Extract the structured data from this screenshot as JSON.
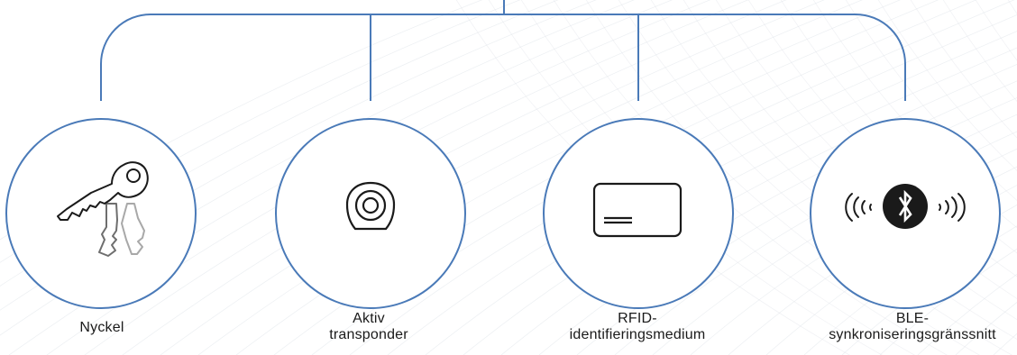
{
  "colors": {
    "connector": "#4a7ab8",
    "circle_stroke": "#4a7ab8",
    "icon": "#1a1a1a",
    "icon_grey_1": "#6e6e6e",
    "icon_grey_2": "#a8a8a8",
    "background_lines": "#dde1e7"
  },
  "items": [
    {
      "lines": [
        "Nyckel"
      ],
      "icon": "keys-icon"
    },
    {
      "lines": [
        "Aktiv",
        "transponder"
      ],
      "icon": "transponder-icon"
    },
    {
      "lines": [
        "RFID-",
        "identifieringsmedium"
      ],
      "icon": "card-icon"
    },
    {
      "lines": [
        "BLE-",
        "synkroniseringsgränssnitt"
      ],
      "icon": "bluetooth-icon"
    }
  ]
}
